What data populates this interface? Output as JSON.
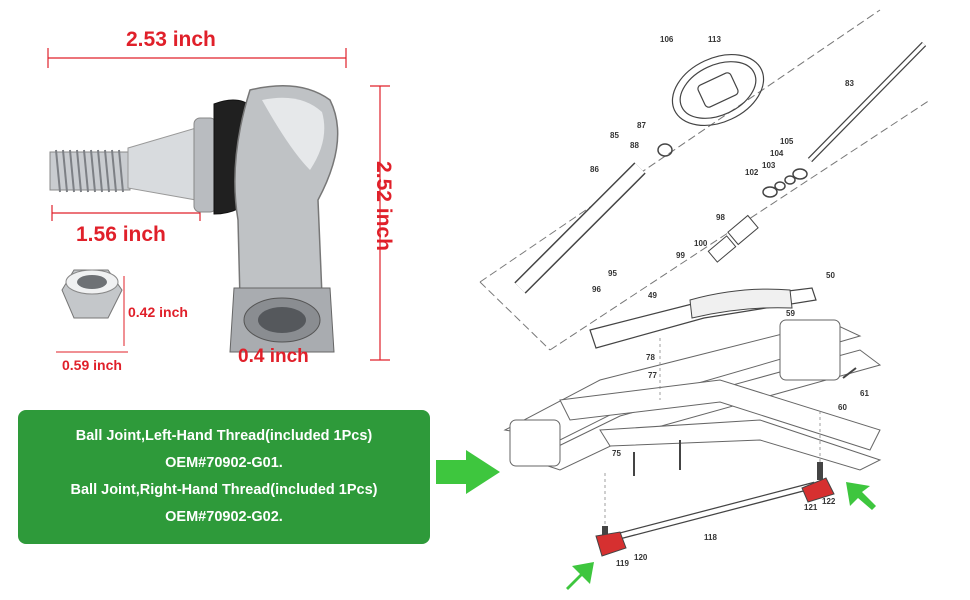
{
  "dimensions": {
    "length_total": "2.53 inch",
    "height_total": "2.52 inch",
    "stud_length": "1.56 inch",
    "nut_height": "0.42 inch",
    "nut_width": "0.59 inch",
    "thread_diameter": "0.4 inch"
  },
  "info": {
    "line1": "Ball Joint,Left-Hand Thread(included 1Pcs)",
    "line2": "OEM#70902-G01.",
    "line3": "Ball Joint,Right-Hand Thread(included 1Pcs)",
    "line4": "OEM#70902-G02."
  },
  "parts": [
    "106",
    "113",
    "83",
    "87",
    "85",
    "88",
    "86",
    "105",
    "104",
    "103",
    "102",
    "98",
    "99",
    "100",
    "95",
    "96",
    "49",
    "50",
    "59",
    "78",
    "77",
    "61",
    "60",
    "75",
    "118",
    "119",
    "120",
    "121",
    "122"
  ],
  "colors": {
    "accent": "#e0202a",
    "info_box": "#2e9a3a",
    "arrow": "#3ec63e"
  }
}
